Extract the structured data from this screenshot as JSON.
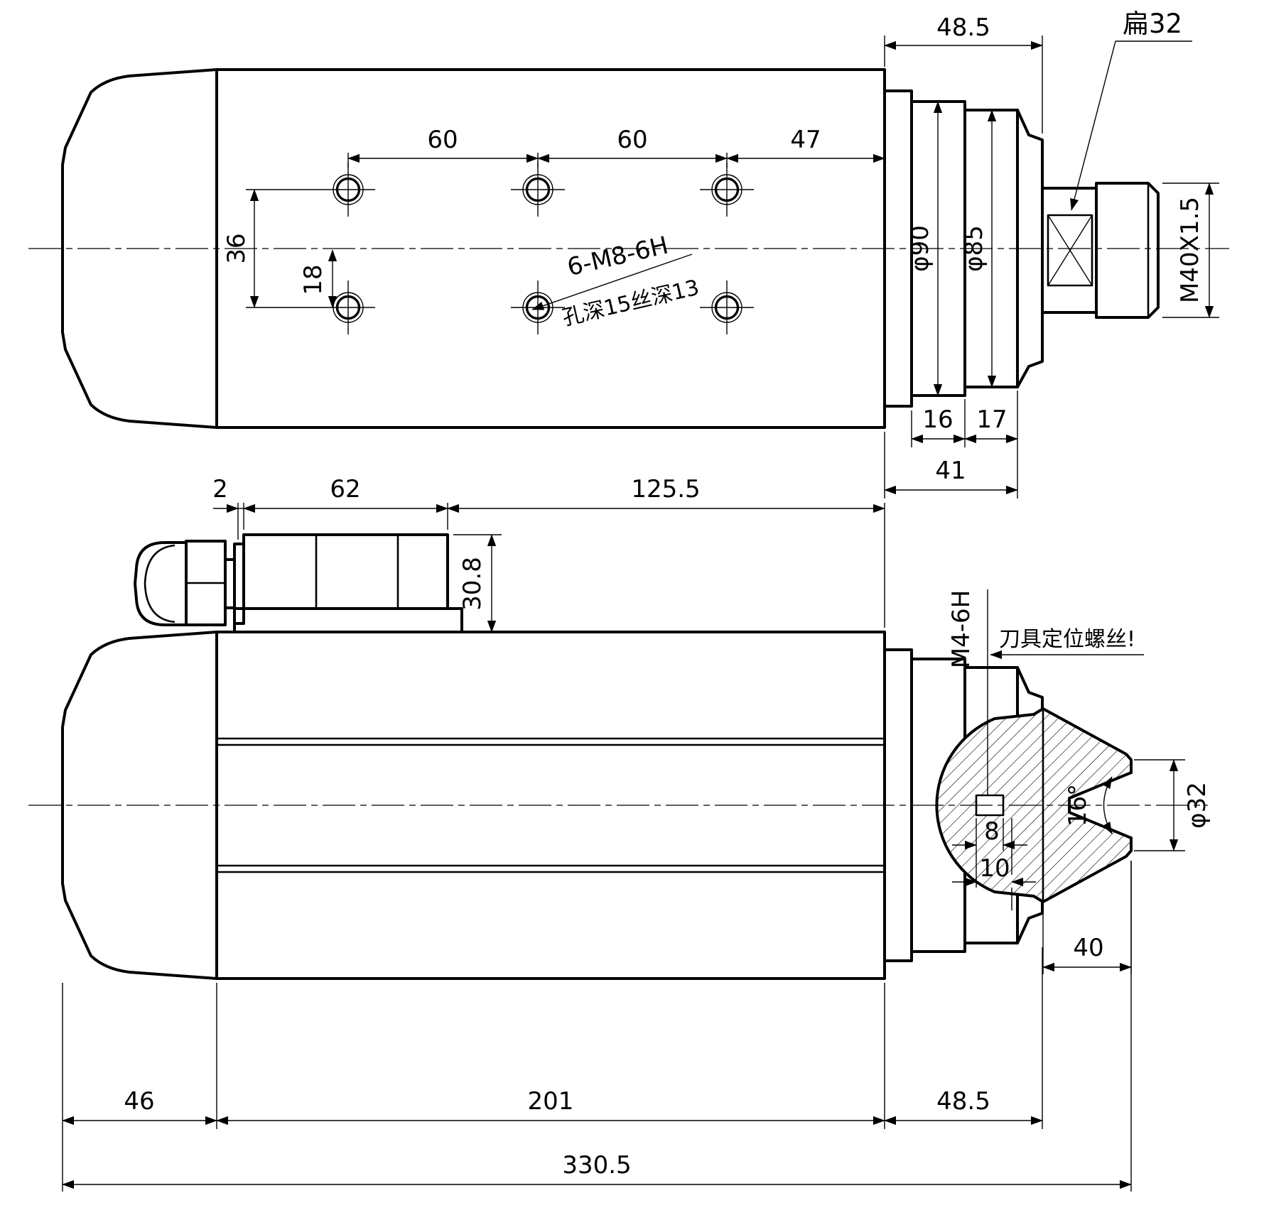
{
  "top_view": {
    "hole_pitch_1": "60",
    "hole_pitch_2": "60",
    "hole_to_edge": "47",
    "flange_length": "48.5",
    "shaft_flat": "扁32",
    "row_spacing": "36",
    "row_half": "18",
    "hole_thread_note": "6-M8-6H",
    "hole_depth_note": "孔深15丝深13",
    "dia_90": "φ90",
    "dia_85": "φ85",
    "shaft_thread": "M40X1.5",
    "step_16": "16",
    "step_17": "17",
    "step_41": "41"
  },
  "side_view": {
    "gap_2": "2",
    "box_62": "62",
    "len_125_5": "125.5",
    "box_height": "30.8",
    "set_screw_thread": "M4-6H",
    "set_screw_note": "刀具定位螺丝!",
    "taper_angle": "16°",
    "dia_32": "φ32",
    "dim_8": "8",
    "dim_10": "10",
    "len_40": "40",
    "len_46": "46",
    "len_201": "201",
    "len_48_5": "48.5",
    "len_330_5": "330.5"
  }
}
